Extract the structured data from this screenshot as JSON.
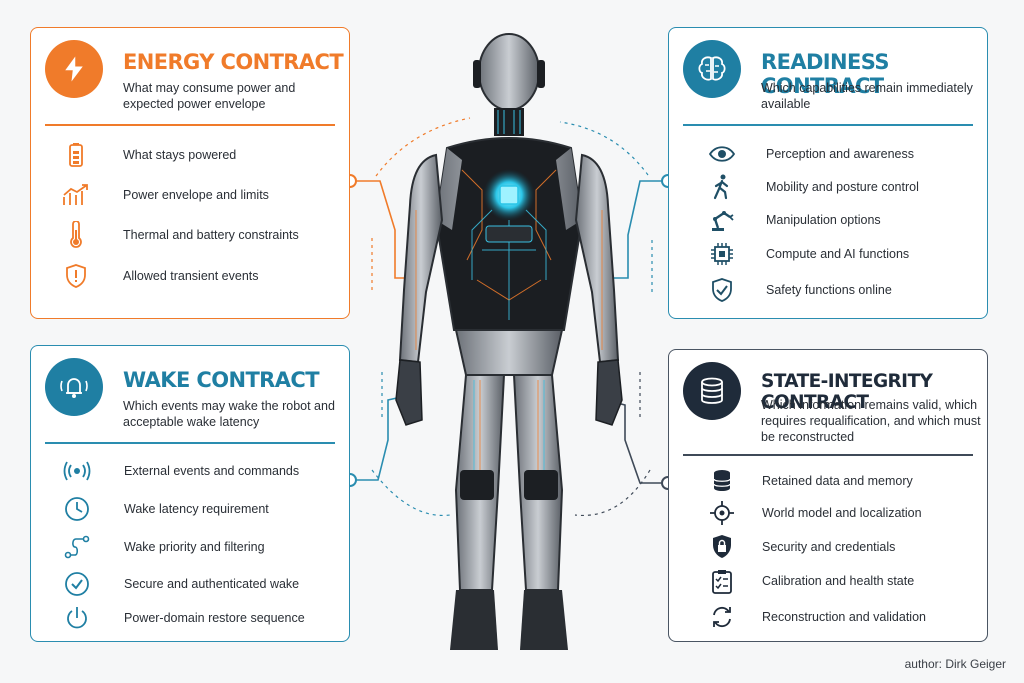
{
  "colors": {
    "energy": "#f07b2a",
    "readiness": "#2a8db0",
    "wake": "#2a8db0",
    "state": "#3f4a58",
    "background": "#f6f7f8"
  },
  "energy": {
    "title": "ENERGY CONTRACT",
    "subtitle": "What may consume power and expected power envelope",
    "icon": "lightning-icon",
    "items": [
      {
        "label": "What stays powered",
        "icon": "battery-icon"
      },
      {
        "label": "Power envelope and limits",
        "icon": "rising-chart-icon"
      },
      {
        "label": "Thermal and battery constraints",
        "icon": "thermometer-icon"
      },
      {
        "label": "Allowed transient events",
        "icon": "warning-shield-icon"
      }
    ]
  },
  "readiness": {
    "title": "READINESS CONTRACT",
    "subtitle": "Which capabilities remain immediately available",
    "icon": "brain-icon",
    "items": [
      {
        "label": "Perception and awareness",
        "icon": "eye-icon"
      },
      {
        "label": "Mobility and posture control",
        "icon": "walking-person-icon"
      },
      {
        "label": "Manipulation options",
        "icon": "robot-arm-icon"
      },
      {
        "label": "Compute and AI functions",
        "icon": "chip-icon"
      },
      {
        "label": "Safety functions online",
        "icon": "check-shield-icon"
      }
    ]
  },
  "wake": {
    "title": "WAKE CONTRACT",
    "subtitle": "Which events may wake the robot and acceptable wake latency",
    "icon": "bell-icon",
    "items": [
      {
        "label": "External events and commands",
        "icon": "broadcast-icon"
      },
      {
        "label": "Wake latency requirement",
        "icon": "clock-icon"
      },
      {
        "label": "Wake priority and filtering",
        "icon": "route-icon"
      },
      {
        "label": "Secure and authenticated wake",
        "icon": "check-circle-icon"
      },
      {
        "label": "Power-domain restore sequence",
        "icon": "power-icon"
      }
    ]
  },
  "state": {
    "title": "STATE-INTEGRITY CONTRACT",
    "subtitle": "Which information remains valid, which requires requalification, and which must be reconstructed",
    "icon": "database-icon",
    "items": [
      {
        "label": "Retained data and memory",
        "icon": "database-icon"
      },
      {
        "label": "World model and localization",
        "icon": "crosshair-icon"
      },
      {
        "label": "Security and credentials",
        "icon": "lock-shield-icon"
      },
      {
        "label": "Calibration and health state",
        "icon": "checklist-icon"
      },
      {
        "label": "Reconstruction and validation",
        "icon": "refresh-icon"
      }
    ]
  },
  "author": "author: Dirk Geiger"
}
